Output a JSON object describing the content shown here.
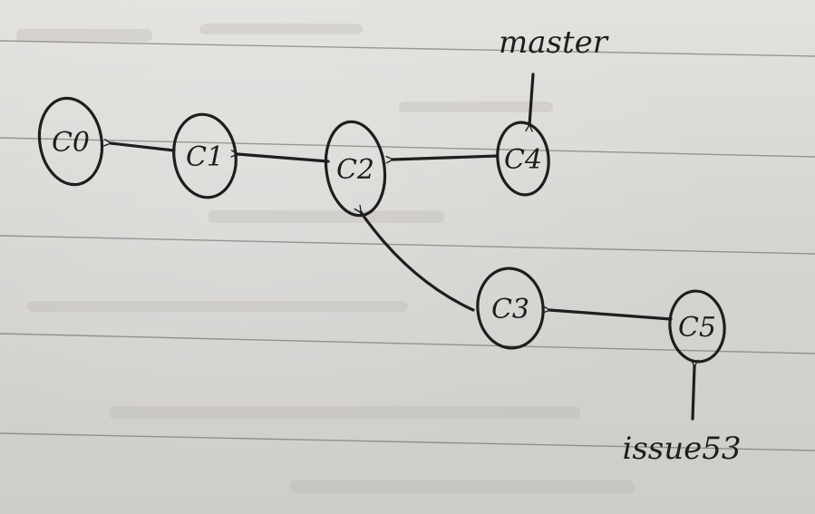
{
  "commits": [
    {
      "id": "c0",
      "label": "C0"
    },
    {
      "id": "c1",
      "label": "C1"
    },
    {
      "id": "c2",
      "label": "C2"
    },
    {
      "id": "c3",
      "label": "C3"
    },
    {
      "id": "c4",
      "label": "C4"
    },
    {
      "id": "c5",
      "label": "C5"
    }
  ],
  "edges": [
    {
      "from": "c1",
      "to": "c0"
    },
    {
      "from": "c2",
      "to": "c1"
    },
    {
      "from": "c4",
      "to": "c2"
    },
    {
      "from": "c3",
      "to": "c2"
    },
    {
      "from": "c5",
      "to": "c3"
    }
  ],
  "refs": [
    {
      "id": "master",
      "label": "master",
      "points_to": "c4"
    },
    {
      "id": "issue53",
      "label": "issue53",
      "points_to": "c5"
    }
  ],
  "colors": {
    "paper": "#dcdad7",
    "ink": "#1e1e1e",
    "ruled_line": "#5e5c5a"
  }
}
